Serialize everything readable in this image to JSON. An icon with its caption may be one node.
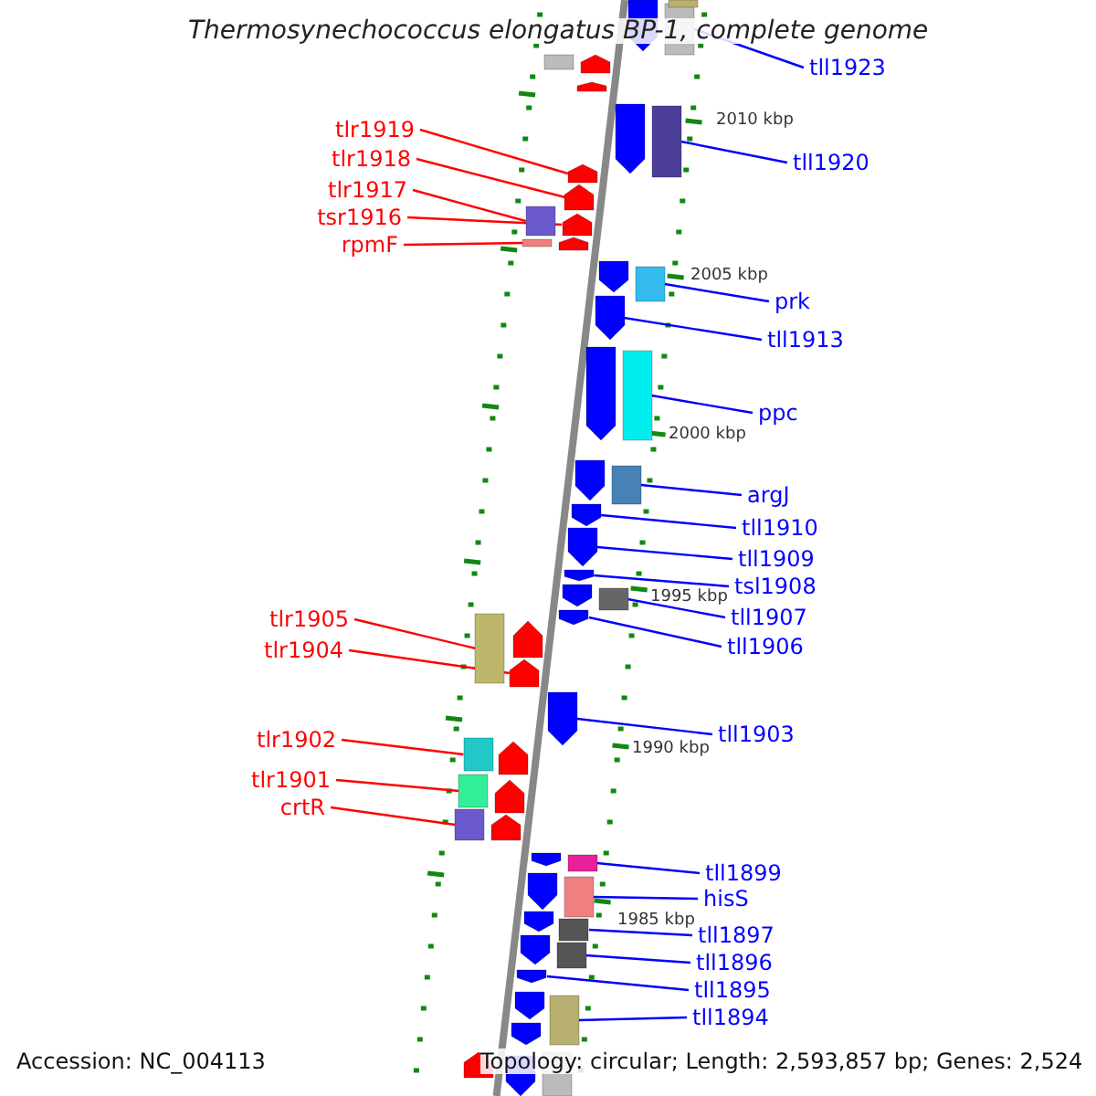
{
  "diagram": {
    "title": "Thermosynechococcus elongatus BP-1, complete genome",
    "nodes": [
      {
        "text": [
          "tll1923"
        ]
      },
      {
        "text": [],
        "shape": "box"
      },
      {
        "text": [
          "tlr1919"
        ]
      },
      {
        "text": [],
        "shape": "pentagon"
      },
      {
        "text": [
          "tlr1918"
        ]
      },
      {
        "text": [],
        "shape": "pentagon"
      },
      {
        "text": [
          "tll1920"
        ]
      },
      {
        "text": [],
        "shape": "box"
      },
      {
        "text": [
          "tlr1917"
        ]
      },
      {
        "text": [],
        "shape": "box"
      },
      {
        "text": [
          "tsr1916"
        ]
      },
      {
        "text": [],
        "shape": "pentagon"
      },
      {
        "text": [
          "rpmF"
        ]
      },
      {
        "text": [],
        "shape": "box"
      },
      {
        "text": [
          "prk"
        ]
      },
      {
        "text": [],
        "shape": "box"
      },
      {
        "text": [
          "tll1913"
        ]
      },
      {
        "text": [],
        "shape": "pentagon"
      },
      {
        "text": [
          "ppc"
        ]
      },
      {
        "text": [],
        "shape": "box"
      },
      {
        "text": [
          "argJ"
        ]
      },
      {
        "text": [],
        "shape": "box"
      },
      {
        "text": [
          "tll1910"
        ]
      },
      {
        "text": [],
        "shape": "pentagon"
      },
      {
        "text": [
          "tll1909"
        ]
      },
      {
        "text": [],
        "shape": "pentagon"
      },
      {
        "text": [
          "tsl1908"
        ]
      },
      {
        "text": [],
        "shape": "pentagon"
      },
      {
        "text": [
          "tll1907"
        ]
      },
      {
        "text": [],
        "shape": "box"
      },
      {
        "text": [
          "tlr1905"
        ]
      },
      {
        "text": [],
        "shape": "box"
      },
      {
        "text": [
          "tll1906"
        ]
      },
      {
        "text": [],
        "shape": "pentagon"
      },
      {
        "text": [
          "tlr1904"
        ]
      },
      {
        "text": [],
        "shape": "pentagon"
      },
      {
        "text": [
          "tll1903"
        ]
      },
      {
        "text": [],
        "shape": "pentagon"
      },
      {
        "text": [
          "tlr1902"
        ]
      },
      {
        "text": [],
        "shape": "box"
      },
      {
        "text": [
          "tlr1901"
        ]
      },
      {
        "text": [],
        "shape": "box"
      },
      {
        "text": [
          "crtR"
        ]
      },
      {
        "text": [],
        "shape": "box"
      },
      {
        "text": [
          "tll1899"
        ]
      },
      {
        "text": [],
        "shape": "box"
      },
      {
        "text": [
          "hisS"
        ]
      },
      {
        "text": [],
        "shape": "box"
      },
      {
        "text": [
          "tll1897"
        ]
      },
      {
        "text": [],
        "shape": "box"
      },
      {
        "text": [
          "tll1896"
        ]
      },
      {
        "text": [],
        "shape": "box"
      },
      {
        "text": [
          "tll1895"
        ]
      },
      {
        "text": [],
        "shape": "pentagon"
      },
      {
        "text": [
          "tll1894"
        ]
      },
      {
        "text": [],
        "shape": "box"
      },
      {
        "text": [],
        "shape": "box"
      },
      {
        "text": [],
        "shape": "pentagon"
      },
      {
        "text": [],
        "shape": "box"
      },
      {
        "text": [],
        "shape": "pentagon"
      },
      {
        "text": [],
        "shape": "pentagon"
      },
      {
        "text": [],
        "shape": "pentagon"
      },
      {
        "text": [],
        "shape": "pentagon"
      },
      {
        "text": [],
        "shape": "pentagon"
      },
      {
        "text": [],
        "shape": "pentagon"
      },
      {
        "text": [],
        "shape": "pentagon"
      },
      {
        "text": [],
        "shape": "pentagon"
      },
      {
        "text": [],
        "shape": "pentagon"
      },
      {
        "text": [],
        "shape": "pentagon"
      },
      {
        "text": [],
        "shape": "pentagon"
      },
      {
        "text": [],
        "shape": "pentagon"
      },
      {
        "text": [],
        "shape": "pentagon"
      },
      {
        "text": [],
        "shape": "pentagon"
      },
      {
        "text": [],
        "shape": "pentagon"
      },
      {
        "text": [],
        "shape": "pentagon"
      },
      {
        "text": [],
        "shape": "pentagon"
      },
      {
        "text": [],
        "shape": "pentagon"
      },
      {
        "text": [],
        "shape": "pentagon"
      },
      {
        "text": [],
        "shape": "box"
      },
      {
        "text": [],
        "shape": "pentagon"
      }
    ],
    "edges": [
      {
        "from": 0,
        "to": 1,
        "arrow": "none"
      },
      {
        "from": 2,
        "to": 3,
        "arrow": "none",
        "color": "#ff0000"
      },
      {
        "from": 4,
        "to": 5,
        "arrow": "none",
        "color": "#ff0000"
      },
      {
        "from": 6,
        "to": 7,
        "arrow": "none"
      },
      {
        "from": 8,
        "to": 9,
        "arrow": "none",
        "color": "#ff0000"
      },
      {
        "from": 10,
        "to": 11,
        "arrow": "none",
        "color": "#ff0000"
      },
      {
        "from": 12,
        "to": 13,
        "arrow": "none",
        "color": "#ff0000"
      },
      {
        "from": 14,
        "to": 15,
        "arrow": "none"
      },
      {
        "from": 16,
        "to": 17,
        "arrow": "none"
      },
      {
        "from": 18,
        "to": 19,
        "arrow": "none"
      },
      {
        "from": 20,
        "to": 21,
        "arrow": "none"
      },
      {
        "from": 22,
        "to": 23,
        "arrow": "none"
      },
      {
        "from": 24,
        "to": 25,
        "arrow": "none"
      },
      {
        "from": 26,
        "to": 27,
        "arrow": "none"
      },
      {
        "from": 28,
        "to": 29,
        "arrow": "none"
      },
      {
        "from": 30,
        "to": 31,
        "arrow": "none",
        "color": "#ff0000"
      },
      {
        "from": 32,
        "to": 33,
        "arrow": "none"
      },
      {
        "from": 34,
        "to": 35,
        "arrow": "none",
        "color": "#ff0000"
      },
      {
        "from": 36,
        "to": 37,
        "arrow": "none"
      },
      {
        "from": 38,
        "to": 39,
        "arrow": "none",
        "color": "#ff0000"
      },
      {
        "from": 40,
        "to": 41,
        "arrow": "none",
        "color": "#ff0000"
      },
      {
        "from": 42,
        "to": 43,
        "arrow": "none",
        "color": "#ff0000"
      },
      {
        "from": 44,
        "to": 45,
        "arrow": "none"
      },
      {
        "from": 46,
        "to": 47,
        "arrow": "none"
      },
      {
        "from": 48,
        "to": 49,
        "arrow": "none"
      },
      {
        "from": 50,
        "to": 51,
        "arrow": "none"
      },
      {
        "from": 52,
        "to": 53,
        "arrow": "none"
      },
      {
        "from": 54,
        "to": 55,
        "arrow": "none"
      }
    ],
    "labels": [
      "2010 kbp",
      "2005 kbp",
      "2000 kbp",
      "1995 kbp",
      "1990 kbp",
      "1985 kbp",
      "Accession: NC_004113",
      "Topology: circular; Length: 2,593,857 bp; Genes: 2,524"
    ]
  }
}
